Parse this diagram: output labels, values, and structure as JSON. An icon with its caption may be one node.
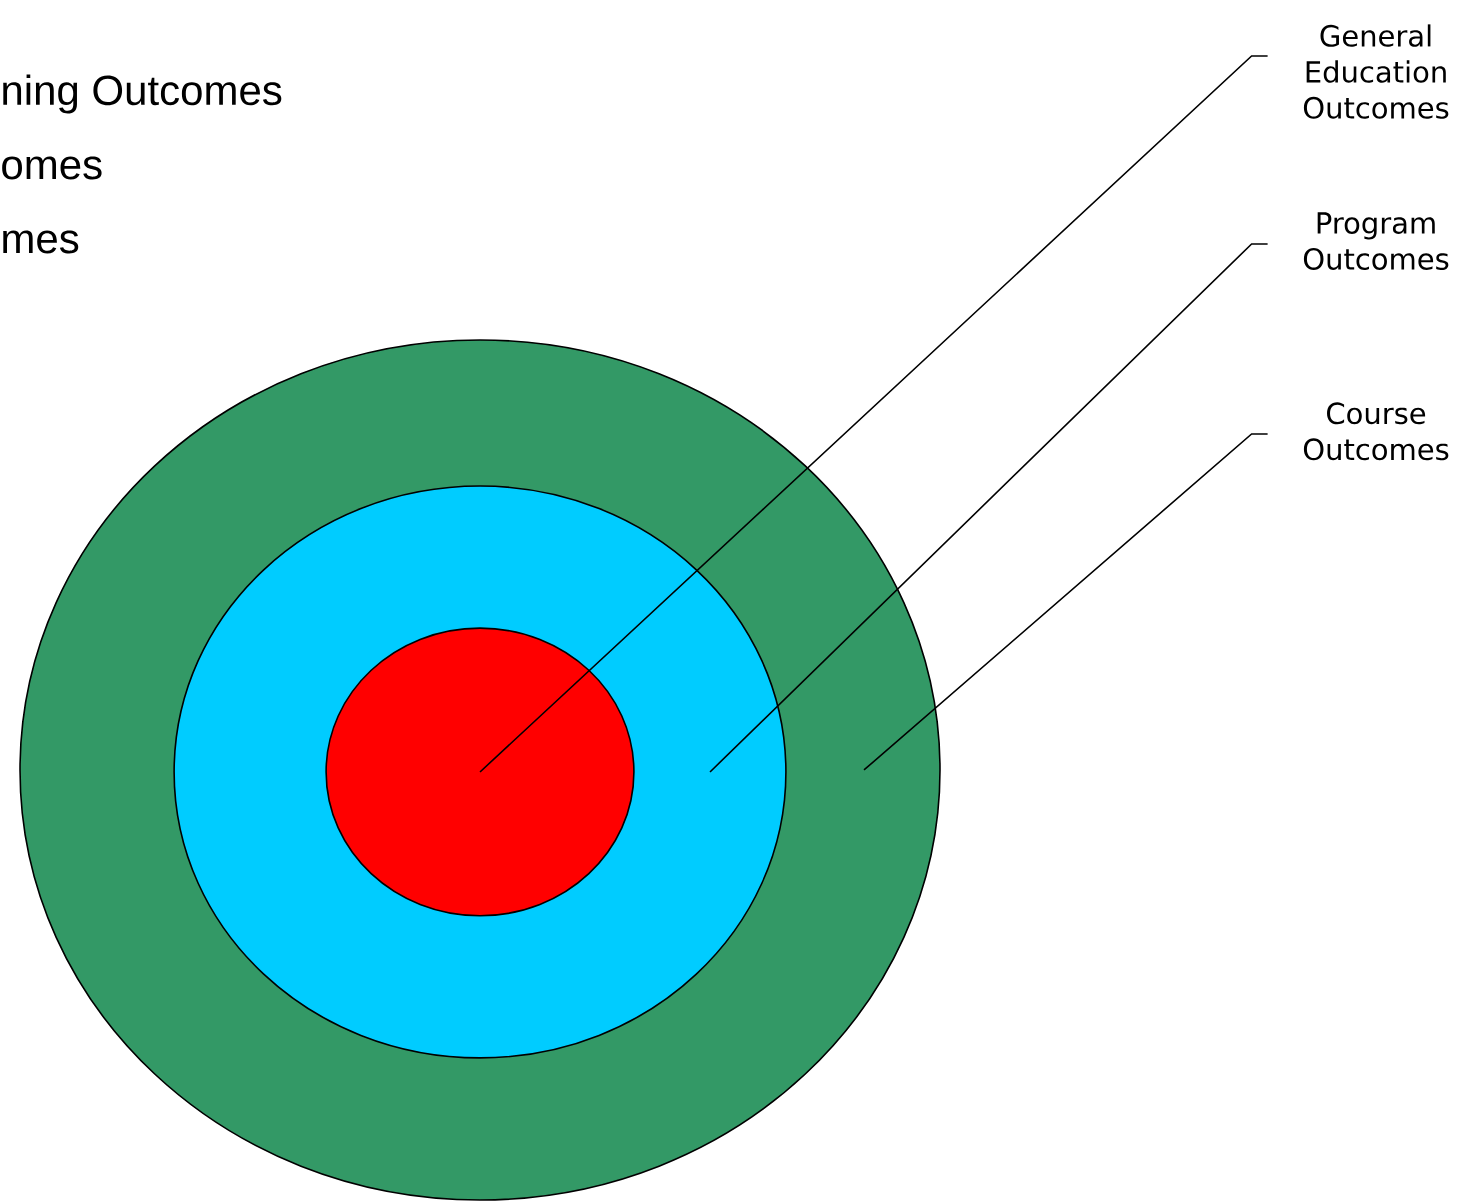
{
  "diagram": {
    "nodes": [
      {
        "text": [],
        "shape": "circle"
      },
      {
        "text": [],
        "shape": "circle",
        "in": 0
      },
      {
        "text": [],
        "shape": "circle",
        "in": 1
      },
      {
        "text": [
          "General Education Outcomes"
        ]
      },
      {
        "text": [
          "Program Outcomes"
        ]
      },
      {
        "text": [
          "Course Outcomes"
        ]
      }
    ],
    "edges": [
      {
        "from": 3,
        "to": 2,
        "arrow": "none"
      },
      {
        "from": 4,
        "to": 1,
        "arrow": "none"
      },
      {
        "from": 5,
        "to": 0,
        "arrow": "none"
      }
    ],
    "labels": [
      "ning Outcomes",
      "omes",
      "mes"
    ]
  }
}
